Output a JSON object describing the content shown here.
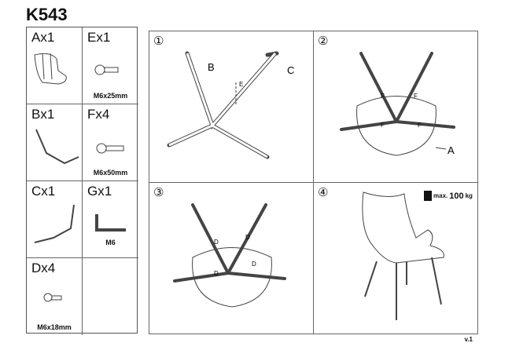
{
  "title": "K543",
  "parts": [
    {
      "label": "Ax1",
      "size": "",
      "icon": "seat-icon"
    },
    {
      "label": "Ex1",
      "size": "M6x25mm",
      "icon": "screw-icon"
    },
    {
      "label": "Bx1",
      "size": "",
      "icon": "leg-frame-icon"
    },
    {
      "label": "Fx4",
      "size": "M6x50mm",
      "icon": "screw-icon"
    },
    {
      "label": "Cx1",
      "size": "",
      "icon": "leg-frame-icon"
    },
    {
      "label": "Gx1",
      "size": "M6",
      "icon": "allen-key-icon"
    },
    {
      "label": "Dx4",
      "size": "M6x18mm",
      "icon": "screw-icon"
    }
  ],
  "steps": [
    {
      "number": "①",
      "labels": [
        "B",
        "C",
        "E"
      ]
    },
    {
      "number": "②",
      "labels": [
        "F",
        "F",
        "F",
        "F",
        "A"
      ]
    },
    {
      "number": "③",
      "labels": [
        "D",
        "D",
        "D",
        "D"
      ]
    },
    {
      "number": "④",
      "weight_prefix": "max.",
      "weight_value": "100",
      "weight_unit": "kg"
    }
  ],
  "version": "v.1"
}
